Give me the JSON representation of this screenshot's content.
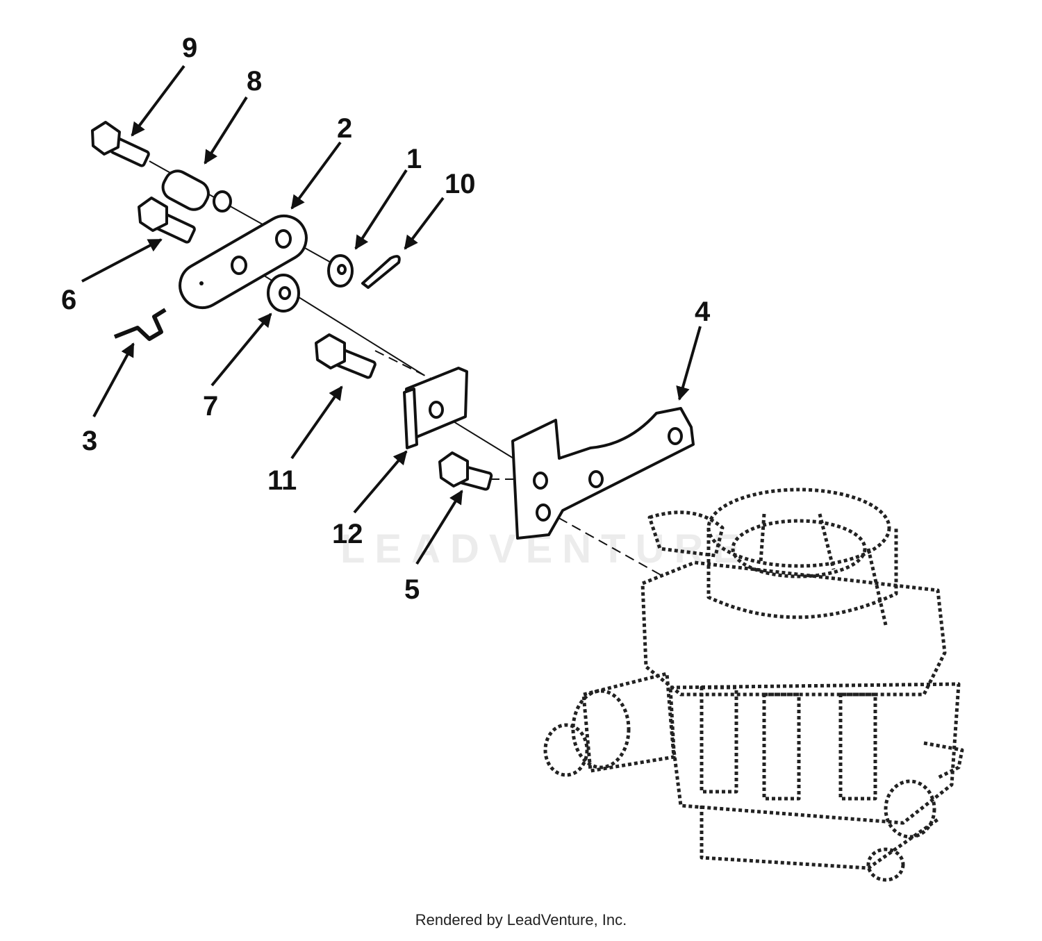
{
  "callouts": [
    "1",
    "2",
    "3",
    "4",
    "5",
    "6",
    "7",
    "8",
    "9",
    "10",
    "11",
    "12"
  ],
  "watermark": "LEADVENTURE",
  "footer": "Rendered by LeadVenture, Inc."
}
